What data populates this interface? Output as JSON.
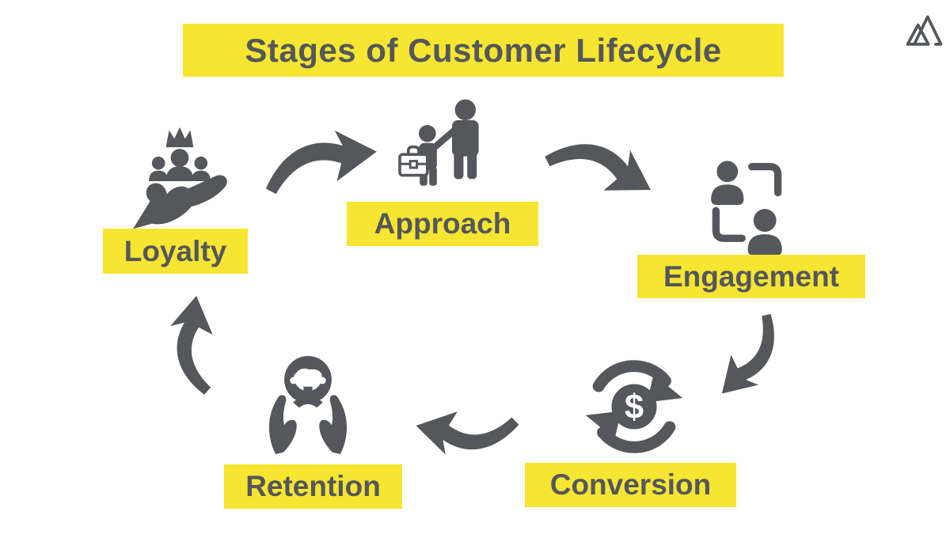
{
  "title": "Stages of Customer Lifecycle",
  "colors": {
    "highlight_yellow": "#F6E531",
    "ink_gray": "#54575B",
    "background": "#FFFFFF"
  },
  "logo": {
    "name": "mountain-logo"
  },
  "stages": [
    {
      "label": "Approach",
      "icon": "salesperson-greeting-customer-icon"
    },
    {
      "label": "Engagement",
      "icon": "two-people-exchange-icon"
    },
    {
      "label": "Conversion",
      "icon": "dollar-sync-icon",
      "symbol": "$"
    },
    {
      "label": "Retention",
      "icon": "hands-holding-customer-icon"
    },
    {
      "label": "Loyalty",
      "icon": "hand-presenting-crowned-group-icon"
    }
  ],
  "flow": [
    {
      "from": "Loyalty",
      "to": "Approach"
    },
    {
      "from": "Approach",
      "to": "Engagement"
    },
    {
      "from": "Engagement",
      "to": "Conversion"
    },
    {
      "from": "Conversion",
      "to": "Retention"
    },
    {
      "from": "Retention",
      "to": "Loyalty"
    }
  ]
}
